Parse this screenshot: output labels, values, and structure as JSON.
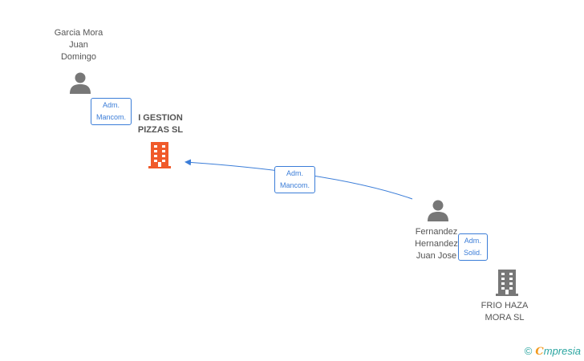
{
  "colors": {
    "edge": "#3b7dd8",
    "person_icon": "#777777",
    "company_main": "#f05a2a",
    "company_other": "#777777"
  },
  "nodes": {
    "garcia": {
      "line1": "Garcia Mora",
      "line2": "Juan",
      "line3": "Domingo",
      "icon": "person-icon"
    },
    "main_company": {
      "line1": "I GESTION",
      "line2": "PIZZAS SL",
      "icon": "building-icon"
    },
    "fernandez": {
      "line1": "Fernandez",
      "line2": "Hernandez",
      "line3": "Juan Jose",
      "icon": "person-icon"
    },
    "frio": {
      "line1": "FRIO HAZA",
      "line2": "MORA SL",
      "icon": "building-icon"
    }
  },
  "edges": {
    "garcia_to_main": {
      "line1": "Adm.",
      "line2": "Mancom."
    },
    "fernandez_to_main": {
      "line1": "Adm.",
      "line2": "Mancom."
    },
    "fernandez_to_frio": {
      "line1": "Adm.",
      "line2": "Solid."
    }
  },
  "footer": {
    "copyright": "©",
    "brand_first": "C",
    "brand_rest": "mpresia"
  }
}
